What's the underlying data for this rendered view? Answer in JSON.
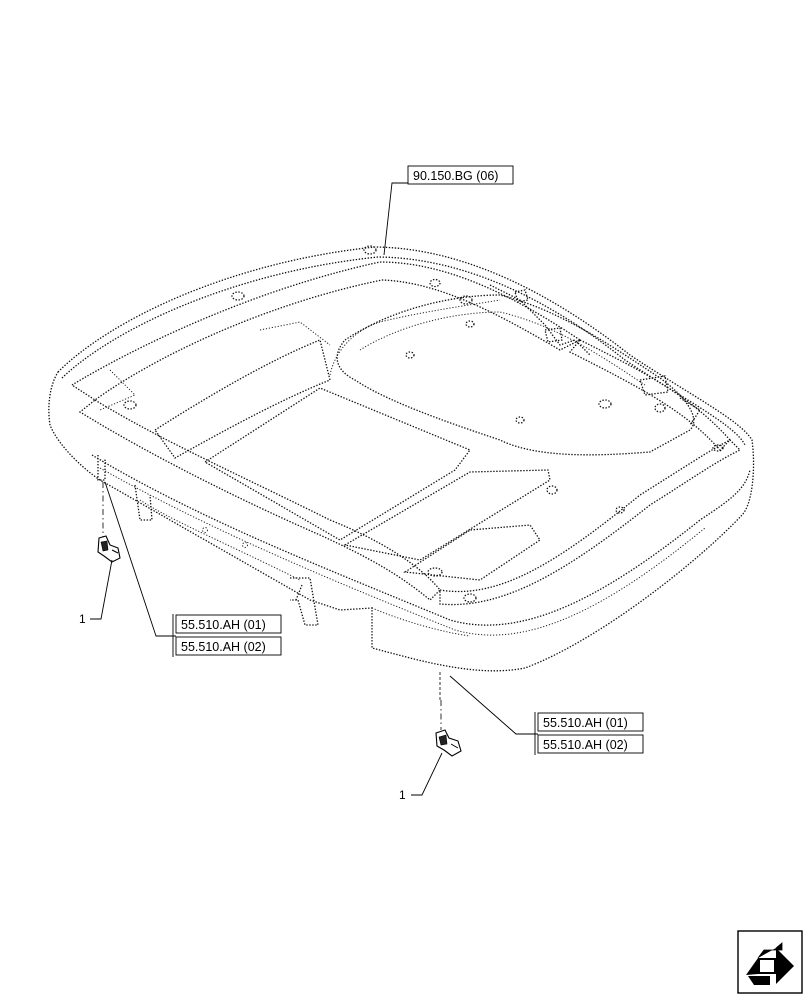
{
  "references": {
    "top": "90.150.BG (06)",
    "left_1": "55.510.AH (01)",
    "left_2": "55.510.AH (02)",
    "right_1": "55.510.AH (01)",
    "right_2": "55.510.AH (02)"
  },
  "callouts": {
    "left_item": "1",
    "right_item": "1"
  },
  "nav": {
    "icon": "next-page-arrow-icon"
  }
}
